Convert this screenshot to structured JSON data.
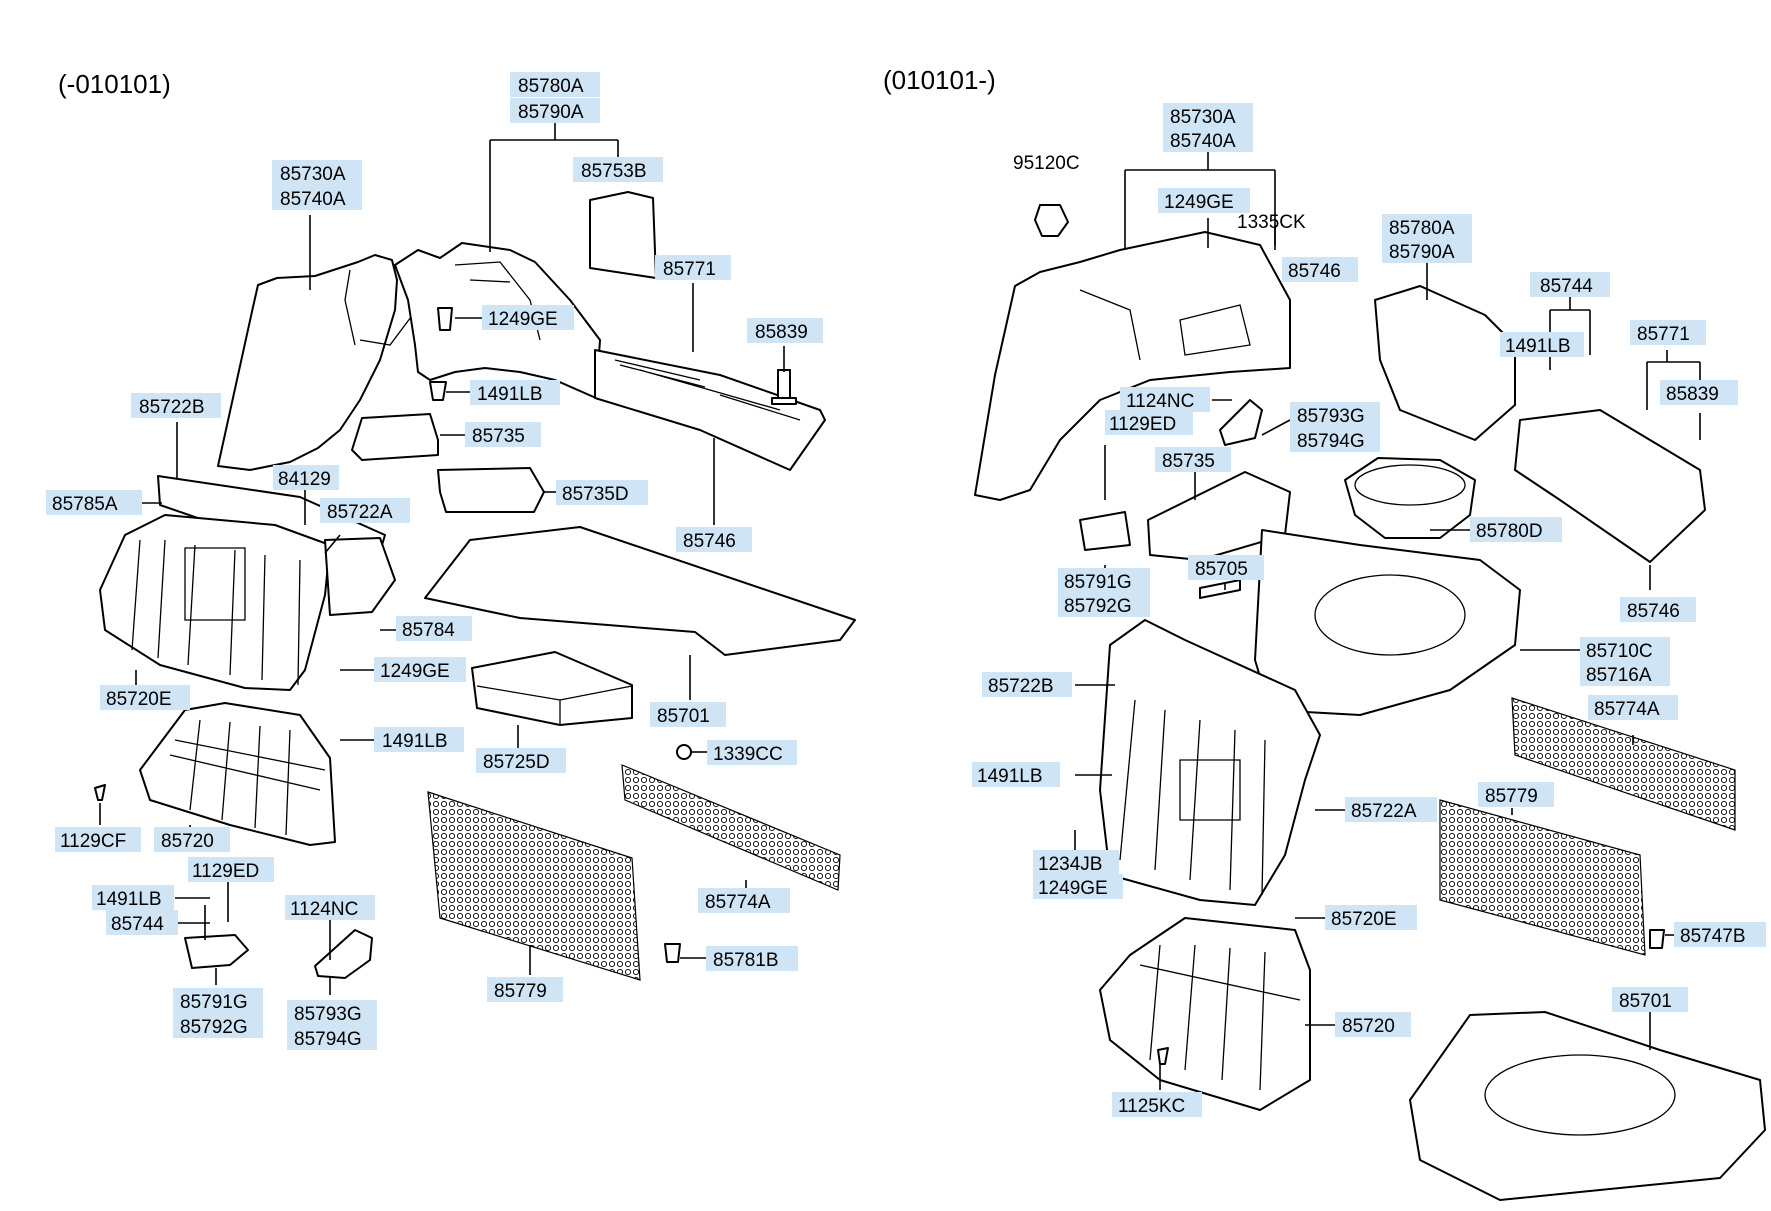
{
  "left_section": {
    "title": "(-010101)",
    "labels": [
      "85780A",
      "85790A",
      "85753B",
      "85730A",
      "85740A",
      "85771",
      "85839",
      "1249GE",
      "1491LB",
      "85722B",
      "85735",
      "84129",
      "85735D",
      "85785A",
      "85722A",
      "85746",
      "85784",
      "1249GE",
      "85720E",
      "85701",
      "1491LB",
      "85725D",
      "1339CC",
      "1129CF",
      "85720",
      "1491LB",
      "1129ED",
      "85744",
      "1124NC",
      "85774A",
      "85781B",
      "85779",
      "85791G",
      "85792G",
      "85793G",
      "85794G"
    ]
  },
  "right_section": {
    "title": "(010101-)",
    "labels": [
      "85730A",
      "85740A",
      "95120C",
      "1249GE",
      "1335CK",
      "85780A",
      "85790A",
      "85746",
      "85744",
      "1491LB",
      "85771",
      "1124NC",
      "85839",
      "85793G",
      "85794G",
      "1129ED",
      "85735",
      "85780D",
      "85746",
      "85705",
      "85791G",
      "85792G",
      "85710C",
      "85716A",
      "85722B",
      "85774A",
      "1491LB",
      "85722A",
      "85779",
      "1234JB",
      "1249GE",
      "85720E",
      "85747B",
      "85701",
      "85720",
      "1125KC"
    ],
    "plain_labels": [
      "95120C",
      "1335CK"
    ]
  },
  "colors": {
    "label_background": "#cfe5f6",
    "ink": "#000000"
  }
}
